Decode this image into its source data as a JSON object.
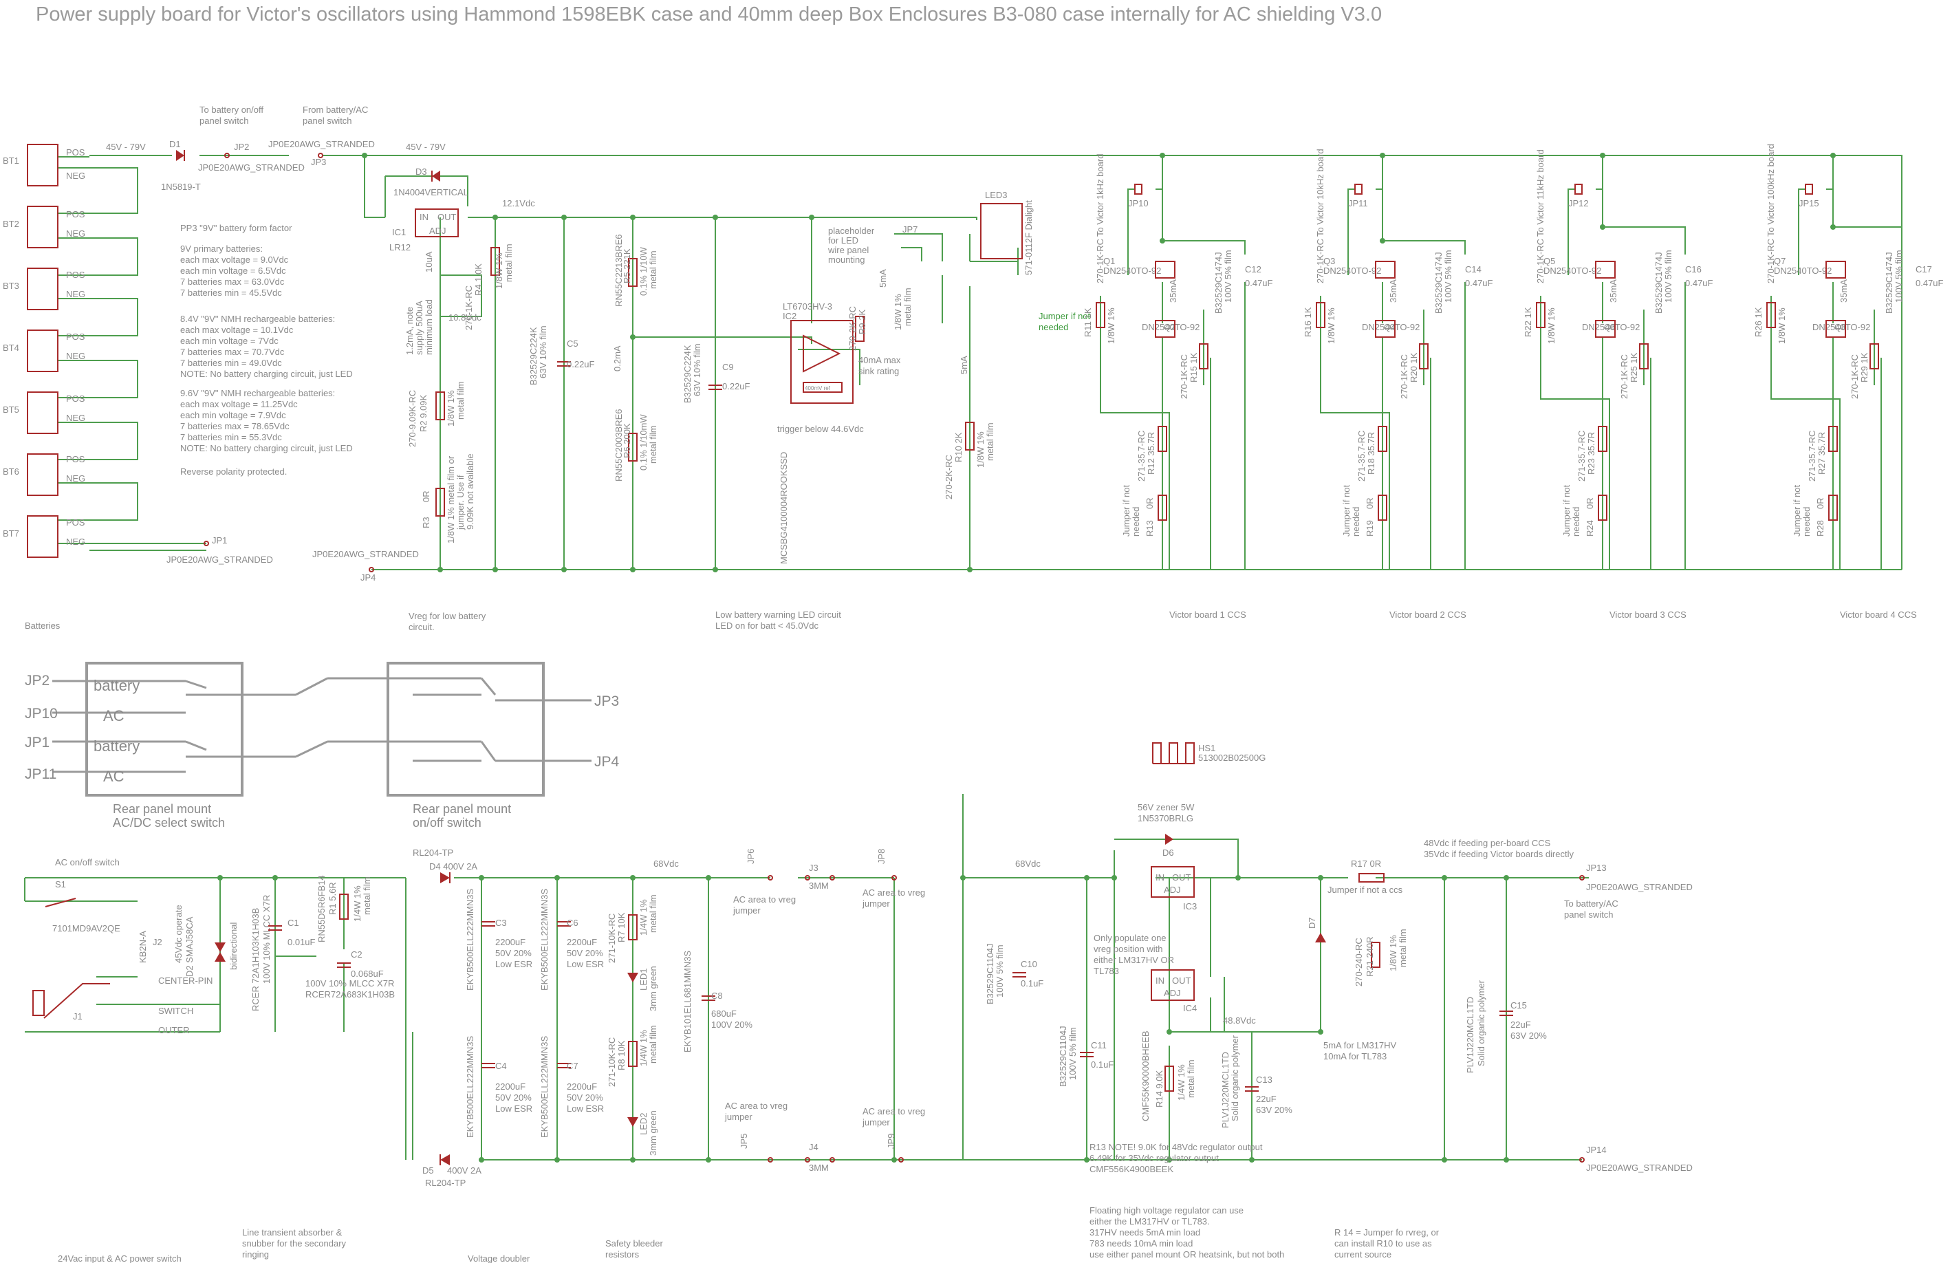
{
  "title": "Power supply board for Victor's oscillators using Hammond 1598EBK case and 40mm deep Box Enclosures B3-080 case internally for AC shielding V3.0",
  "batteries": {
    "items": [
      {
        "ref": "BT1",
        "pos": "POS",
        "neg": "NEG"
      },
      {
        "ref": "BT2",
        "pos": "POS",
        "neg": "NEG"
      },
      {
        "ref": "BT3",
        "pos": "POS",
        "neg": "NEG"
      },
      {
        "ref": "BT4",
        "pos": "POS",
        "neg": "NEG"
      },
      {
        "ref": "BT5",
        "pos": "POS",
        "neg": "NEG"
      },
      {
        "ref": "BT6",
        "pos": "POS",
        "neg": "NEG"
      },
      {
        "ref": "BT7",
        "pos": "POS",
        "neg": "NEG"
      }
    ],
    "section_label": "Batteries",
    "notes": [
      "PP3 \"9V\" battery form factor",
      "9V primary batteries:",
      "each max voltage = 9.0Vdc",
      "each min voltage = 6.5Vdc",
      "7 batteries max = 63.0Vdc",
      "7 batteries min = 45.5Vdc",
      "8.4V \"9V\" NMH rechargeable batteries:",
      "each max voltage = 10.1Vdc",
      "each min voltage = 7Vdc",
      "7 batteries max = 70.7Vdc",
      "7 batteries min = 49.0Vdc",
      "NOTE: No battery charging circuit, just LED",
      "9.6V \"9V\" NMH rechargeable batteries:",
      "each max voltage = 11.25Vdc",
      "each min voltage = 7.9Vdc",
      "7 batteries max = 78.65Vdc",
      "7 batteries min = 55.3Vdc",
      "NOTE: No battery charging circuit, just LED",
      "Reverse polarity protected."
    ]
  },
  "top_labels": {
    "v45_79": "45V - 79V",
    "v45_79b": "45V - 79V",
    "d1": "D1",
    "d1_part": "1N5819-T",
    "jp2": "JP2",
    "jp2_part": "JP0E20AWG_STRANDED",
    "to_batt_switch": "To battery on/off",
    "to_batt_switch2": "panel switch",
    "from_batt_ac": "From battery/AC",
    "from_batt_ac2": "panel switch",
    "jp3_part": "JP0E20AWG_STRANDED",
    "jp3": "JP3",
    "d3": "D3",
    "d3_part": "1N4004VERTICAL",
    "v121": "12.1Vdc",
    "ic1": "IC1",
    "ic1_part": "LR12",
    "ic1_in": "IN",
    "ic1_out": "OUT",
    "ic1_adj": "ADJ",
    "i10ua": "10uA",
    "r4": "270-1K-RC",
    "r4b": "R4 1.0K",
    "r4c": "1/8W 1%",
    "r4d": "metal film",
    "v108": "10.8Vdc",
    "note_12ma": "1.2mA, note",
    "note_12ma2": "supply 500uA",
    "note_12ma3": "minimum load",
    "r2": "270-9.09K-RC",
    "r2b": "R2 9.09K",
    "r2c": "1/8W 1%",
    "r2d": "metal film",
    "r3": "R3",
    "r3b": "0R",
    "r3c": "1/8W 1% metal film or",
    "r3d": "jumper. Use if",
    "r3e": "9.09K not available",
    "c5": "C5",
    "c5b": "0.22uF",
    "c5p": "B32529C224K",
    "c5q": "63V 10% film",
    "jp1": "JP1",
    "jp1_part": "JP0E20AWG_STRANDED",
    "jp4_part": "JP0E20AWG_STRANDED",
    "jp4": "JP4",
    "vreg_label": "Vreg for low battery",
    "vreg_label2": "circuit.",
    "r5": "RN55C2213BRE6",
    "r5b": "R5 221K",
    "r5c": "0.1% 1/10W",
    "r5d": "metal film",
    "r6": "RN55C2003BRE6",
    "r6b": "R6 200K",
    "r6c": "0.1% 1/10mW",
    "r6d": "metal film",
    "i02": "0.2mA",
    "c9": "C9",
    "c9b": "0.22uF",
    "c9p": "B32529C224K",
    "c9q": "63V 10% film",
    "ic2": "LT6703HV-3",
    "ic2b": "IC2",
    "ic2_ref": "400mV ref",
    "trigger": "trigger below 44.6Vdc",
    "mcs": "MCSBG4100004ROOKSSD",
    "placeholder": "placeholder",
    "placeholder2": "for LED",
    "placeholder3": "wire panel",
    "placeholder4": "mounting",
    "jp7": "JP7",
    "r9": "270-2K-RC",
    "r9b": "R9 2K",
    "r9c": "1/8W 1%",
    "r9d": "metal film",
    "i40": "40mA max",
    "i40b": "sink rating",
    "i5ma": "5mA",
    "i5ma2": "5mA",
    "led3": "LED3",
    "led3_part": "571-0112F Dialight",
    "r10": "270-2K-RC",
    "r10b": "R10 2K",
    "r10c": "1/8W 1%",
    "r10d": "metal film",
    "lowbatt": "Low battery warning LED circuit",
    "lowbatt2": "LED on for batt < 45.0Vdc"
  },
  "ccs_boards": [
    {
      "to": "To Victor 1kHz board",
      "jp": "JP10",
      "q1": "Q1",
      "q1p": "DN2540TO-92",
      "q2": "Q2",
      "q2p": "DN2540TO-92",
      "c": "C12",
      "cv": "0.47uF",
      "cp": "B32529C1474J",
      "cq": "100V 5% film",
      "r_a": "270-1K-RC",
      "r_a2": "R15 1K",
      "r_b": "R11 1K",
      "r_b2": "1/8W 1%",
      "r_c": "271-35.7-RC",
      "r_c2": "R12 35.7R",
      "r_d": "R13",
      "r_d2": "0R",
      "jumper": "Jumper if not",
      "jumper2": "needed",
      "ma35": "35mA",
      "label": "Victor board 1 CCS",
      "green": true
    },
    {
      "to": "To Victor 10kHz board",
      "jp": "JP11",
      "q1": "Q3",
      "q1p": "DN2540TO-92",
      "q2": "Q4",
      "q2p": "DN2540TO-92",
      "c": "C14",
      "cv": "0.47uF",
      "cp": "B32529C1474J",
      "cq": "100V 5% film",
      "r_a": "270-1K-RC",
      "r_a2": "R20 1K",
      "r_b": "R16 1K",
      "r_b2": "1/8W 1%",
      "r_c": "271-35.7-RC",
      "r_c2": "R18 35.7R",
      "r_d": "R19",
      "r_d2": "0R",
      "jumper": "Jumper if not",
      "jumper2": "needed",
      "ma35": "35mA",
      "label": "Victor board 2 CCS",
      "green": false
    },
    {
      "to": "To Victor 11kHz board",
      "jp": "JP12",
      "q1": "Q5",
      "q1p": "DN2540TO-92",
      "q2": "Q6",
      "q2p": "DN2540TO-92",
      "c": "C16",
      "cv": "0.47uF",
      "cp": "B32529C1474J",
      "cq": "100V 5% film",
      "r_a": "270-1K-RC",
      "r_a2": "R25 1K",
      "r_b": "R22 1K",
      "r_b2": "1/8W 1%",
      "r_c": "271-35.7-RC",
      "r_c2": "R23 35.7R",
      "r_d": "R24",
      "r_d2": "0R",
      "jumper": "Jumper if not",
      "jumper2": "needed",
      "ma35": "35mA",
      "label": "Victor board 3 CCS",
      "green": false
    },
    {
      "to": "To Victor 100kHz board",
      "jp": "JP15",
      "q1": "Q7",
      "q1p": "DN2540TO-92",
      "q2": "Q8",
      "q2p": "DN2540TO-92",
      "c": "C17",
      "cv": "0.47uF",
      "cp": "B32529C1474J",
      "cq": "100V 5% film",
      "r_a": "270-1K-RC",
      "r_a2": "R29 1K",
      "r_b": "R26 1K",
      "r_b2": "1/8W 1%",
      "r_c": "271-35.7-RC",
      "r_c2": "R27 35.7R",
      "r_d": "R28",
      "r_d2": "0R",
      "jumper": "Jumper if not",
      "jumper2": "needed",
      "ma35": "35mA",
      "label": "Victor board 4 CCS",
      "green": false
    }
  ],
  "switches": {
    "jp2": "JP2",
    "jp10": "JP10",
    "jp1": "JP1",
    "jp11": "JP11",
    "battery": "battery",
    "battery2": "battery",
    "ac": "AC",
    "ac2": "AC",
    "jp3": "JP3",
    "jp4": "JP4",
    "left_caption": "Rear panel mount",
    "left_caption2": "AC/DC select switch",
    "right_caption": "Rear panel mount",
    "right_caption2": "on/off switch"
  },
  "bottom": {
    "ac_switch": "AC on/off switch",
    "s1": "S1",
    "s1_part": "7101MD9AV2QE",
    "j2": "J2",
    "j2_part": "KB2N-A",
    "j1": "J1",
    "center_pin": "CENTER-PIN",
    "switch": "SWITCH",
    "outer": "OUTER",
    "d2": "D2  SMAJ58CA",
    "d2b": "45Vdc operate",
    "bidir": "bidirectional",
    "rcer1": "RCER 72A1H103K1H03B",
    "rcer1b": "100V 10% MLCC X7R",
    "c1": "C1",
    "c1b": "0.01uF",
    "r1": "RN55D5R6FB14",
    "r1b": "R1 5.6R",
    "r1c": "1/4W 1%",
    "r1d": "metal film",
    "c2": "C2",
    "c2b": "0.068uF",
    "c2c": "100V 10% MLCC X7R",
    "c2d": "RCER72A683K1H03B",
    "rl204a": "RL204-TP",
    "d4": "D4   400V 2A",
    "d5": "D5",
    "d5b": "400V 2A",
    "rl204b": "RL204-TP",
    "c3": "C3",
    "c3b": "2200uF",
    "c3c": "50V 20%",
    "c3d": "Low ESR",
    "c6": "C6",
    "c6b": "2200uF",
    "c6c": "50V 20%",
    "c6d": "Low ESR",
    "c4": "C4",
    "c4b": "2200uF",
    "c4c": "50V 20%",
    "c4d": "Low ESR",
    "c7": "C7",
    "c7b": "2200uF",
    "c7c": "50V 20%",
    "c7d": "Low ESR",
    "ekyb": "EKYB500ELL222MMN3S",
    "v68": "68Vdc",
    "v68b": "68Vdc",
    "c8": "C8",
    "c8b": "680uF",
    "c8c": "100V 20%",
    "c8p": "EKYB101ELL681MMN3S",
    "r7": "271-10K-RC",
    "r7b": "R7 10K",
    "r7c": "1/4W 1%",
    "r7d": "metal film",
    "led1": "LED1",
    "led1b": "3mm green",
    "r8": "271-10K-RC",
    "r8b": "R8 10K",
    "r8c": "1/4W 1%",
    "r8d": "metal film",
    "led2": "LED2",
    "led2b": "3mm green",
    "jp6": "JP6",
    "j3": "J3",
    "j3b": "3MM",
    "jp8": "JP8",
    "ac_vreg": "AC area to vreg",
    "ac_vreg2": "jumper",
    "ac_vreg3": "AC area to vreg",
    "ac_vreg4": "jumper",
    "jp5": "JP5",
    "j4": "J4",
    "j4b": "3MM",
    "jp9": "JP9",
    "ac_vreg5": "AC area to vreg",
    "ac_vreg6": "jumper",
    "ac_vreg7": "AC area to vreg",
    "ac_vreg8": "jumper",
    "hs1": "HS1",
    "hs1b": "513002B02500G",
    "zener": "56V zener 5W",
    "zener2": "1N5370BRLG",
    "d6": "D6",
    "ic3": "IC3",
    "ic4": "IC4",
    "in": "IN",
    "out": "OUT",
    "adj": "ADJ",
    "only_pop": "Only populate one",
    "only_pop2": "vreg position with",
    "only_pop3": "either LM317HV OR",
    "only_pop4": "TL783",
    "c10": "C10",
    "c10b": "0.1uF",
    "c10p": "B32529C1104J",
    "c10q": "100V 5% film",
    "c11": "C11",
    "c11b": "0.1uF",
    "c11p": "B32529C1104J",
    "c11q": "100V 5% film",
    "r14": "CMF55K90000BHEEB",
    "r14b": "R14  9.0K",
    "r14c": "1/4W 1%",
    "r14d": "metal film",
    "c13": "C13",
    "c13b": "22uF",
    "c13c": "63V 20%",
    "c13p": "PLV1J220MCL1TD",
    "c13q": "Solid organic polymer",
    "v488": "48.8Vdc",
    "d7": "D7",
    "r17": "R17   0R",
    "jumper_ccs": "Jumper if not a ccs",
    "r21": "270-240-RC",
    "r21b": "R21  240R",
    "r21c": "1/8W 1%",
    "r21d": "metal film",
    "ma5": "5mA for LM317HV",
    "ma10": "10mA for TL783",
    "c15": "C15",
    "c15b": "22uF",
    "c15c": "63V 20%",
    "c15p": "PLV1J220MCL1TD",
    "c15q": "Solid organic polymer",
    "feed48": "48Vdc if feeding per-board CCS",
    "feed35": "35Vdc if feeding Victor boards directly",
    "jp13": "JP13",
    "jp13_part": "JP0E20AWG_STRANDED",
    "to_batt_ac": "To battery/AC",
    "to_batt_ac2": "panel switch",
    "jp14": "JP14",
    "jp14_part": "JP0E20AWG_STRANDED",
    "r13note": "R13 NOTE! 9.0K for 48Vdc regulator output",
    "r13note2": "6.49K for 35Vdc regulator output",
    "r13note3": "CMF556K4900BEEK",
    "floating": "Floating high voltage regulator can use",
    "floating2": "either the LM317HV or TL783.",
    "floating3": "317HV needs 5mA min load",
    "floating4": "783 needs 10mA min load",
    "floating5": "use either panel mount OR heatsink, but not both",
    "r14note": "R 14 = Jumper fo rvreg, or",
    "r14note2": "can install R10 to use as",
    "r14note3": "current source",
    "sec_24v": "24Vac input & AC power switch",
    "sec_line": "Line transient absorber &",
    "sec_line2": "snubber for the secondary",
    "sec_line3": "ringing",
    "sec_doubler": "Voltage doubler",
    "sec_bleeder": "Safety bleeder",
    "sec_bleeder2": "resistors"
  },
  "colors": {
    "wire": "#4e9e4e",
    "part": "#a82a2a",
    "text": "#8a8a8a",
    "note_green": "#3f9b3f",
    "switch_gray": "#9a9a9a"
  }
}
